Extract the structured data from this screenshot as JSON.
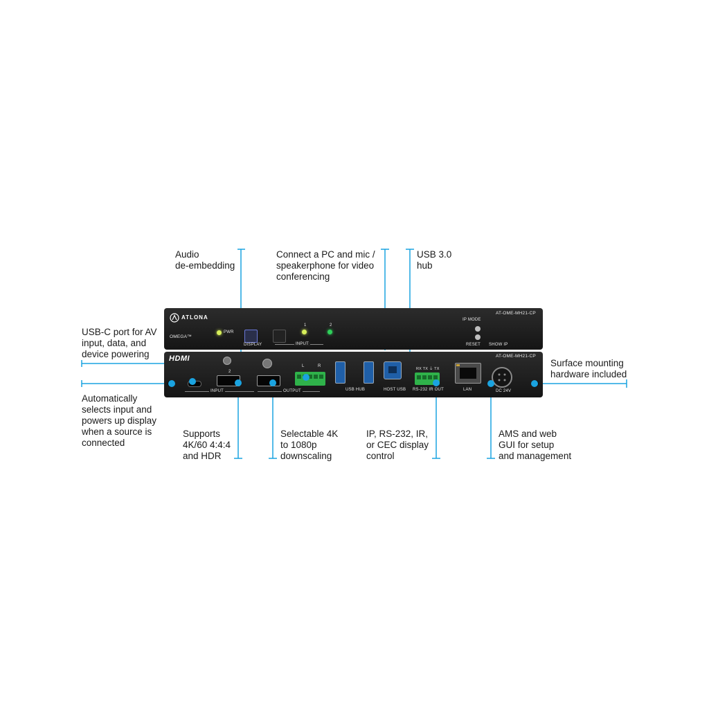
{
  "colors": {
    "accent": "#1aa3e0",
    "chassis": "#1e1e1e",
    "usb_blue": "#1f5fa8",
    "terminal_green": "#2fb24a"
  },
  "callouts": {
    "audio": [
      "Audio",
      "de-embedding"
    ],
    "pc_mic": [
      "Connect a PC and mic /",
      "speakerphone for video",
      "conferencing"
    ],
    "usb_hub": [
      "USB 3.0",
      "hub"
    ],
    "usbc": [
      "USB-C port for AV",
      "input, data, and",
      "device powering"
    ],
    "surface": [
      "Surface mounting",
      "hardware included"
    ],
    "auto": [
      "Automatically",
      "selects input and",
      "powers up display",
      "when a source is",
      "connected"
    ],
    "supports": [
      "Supports",
      "4K/60 4:4:4",
      "and HDR"
    ],
    "selectable": [
      "Selectable 4K",
      "to 1080p",
      "downscaling"
    ],
    "control": [
      "IP, RS-232, IR,",
      "or CEC display",
      "control"
    ],
    "ams": [
      "AMS and web",
      "GUI for setup",
      "and management"
    ]
  },
  "front_panel": {
    "brand": "ATLONA",
    "model": "AT-OME-MH21-CP",
    "series": "OMEGA™",
    "pwr": "PWR",
    "display": "DISPLAY",
    "input": "INPUT",
    "input_1": "1",
    "input_2": "2",
    "ip_mode": "IP MODE",
    "reset": "RESET",
    "show_ip": "SHOW IP"
  },
  "rear_panel": {
    "hdmi_logo": "HDMI",
    "model": "AT-OME-MH21-CP",
    "input": "INPUT",
    "input_2": "2",
    "output": "OUTPUT",
    "audio_l": "L",
    "audio_r": "R",
    "usb_hub": "USB HUB",
    "host_usb": "HOST USB",
    "rs232_ir": "RS-232  IR OUT",
    "rx_tx": "RX  TX  ⏚  TX",
    "lan": "LAN",
    "dc": "DC 24V"
  }
}
